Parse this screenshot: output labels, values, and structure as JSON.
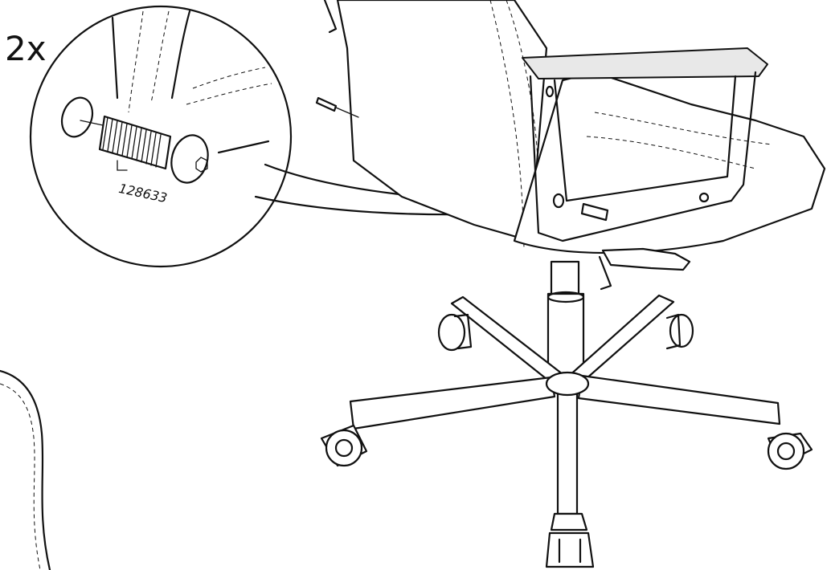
{
  "instruction_step": {
    "quantity": "2x",
    "part_number": "128633"
  },
  "icons": {
    "screw": "screw-icon",
    "chair": "office-chair-illustration",
    "magnifier": "detail-callout-circle"
  }
}
